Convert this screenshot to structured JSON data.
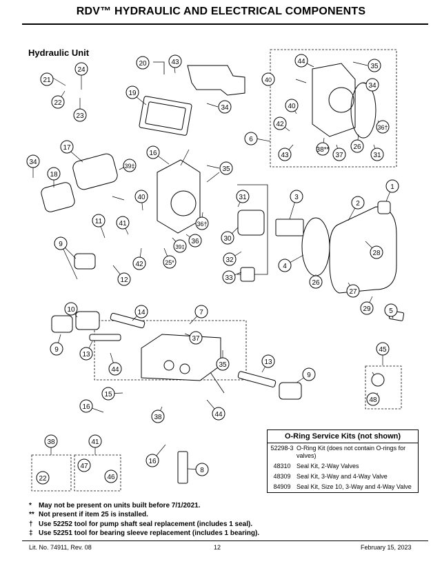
{
  "page": {
    "title": "RDV™ HYDRAULIC AND ELECTRICAL COMPONENTS",
    "section": "Hydraulic Unit"
  },
  "callouts": [
    "1",
    "2",
    "3",
    "4",
    "5",
    "6",
    "7",
    "8",
    "9",
    "9",
    "9",
    "10",
    "11",
    "12",
    "13",
    "13",
    "14",
    "15",
    "16",
    "16",
    "16",
    "17",
    "18",
    "19",
    "20",
    "21",
    "22",
    "22",
    "23",
    "24",
    "25*",
    "26",
    "26",
    "27",
    "28",
    "29",
    "30",
    "31",
    "31",
    "32",
    "33",
    "34",
    "34",
    "34",
    "35",
    "35",
    "35",
    "36",
    "36†",
    "36†",
    "37",
    "37",
    "38",
    "38",
    "38**",
    "39‡",
    "39‡",
    "40",
    "40",
    "40",
    "41",
    "41",
    "42",
    "42",
    "43",
    "43",
    "44",
    "44",
    "44",
    "45",
    "46",
    "47",
    "48"
  ],
  "kits": {
    "header": "O-Ring Service Kits (not shown)",
    "rows": [
      {
        "number": "52298-3",
        "description": "O-Ring Kit (does not contain O-rings for valves)"
      },
      {
        "number": "48310",
        "description": "Seal Kit, 2-Way Valves"
      },
      {
        "number": "48309",
        "description": "Seal Kit, 3-Way and 4-Way Valve"
      },
      {
        "number": "84909",
        "description": "Seal Kit, Size 10, 3-Way and 4-Way Valve"
      }
    ]
  },
  "notes": [
    {
      "symbol": "*",
      "text": "May not be present on units built before 7/1/2021."
    },
    {
      "symbol": "**",
      "text": "Not present if item 25 is installed."
    },
    {
      "symbol": "†",
      "text": "Use 52252 tool for pump shaft seal replacement (includes 1 seal)."
    },
    {
      "symbol": "‡",
      "text": "Use 52251 tool for bearing sleeve replacement (includes 1 bearing)."
    }
  ],
  "footer": {
    "lit_no": "Lit. No. 74911, Rev. 08",
    "page_number": "12",
    "date": "February 15, 2023"
  }
}
